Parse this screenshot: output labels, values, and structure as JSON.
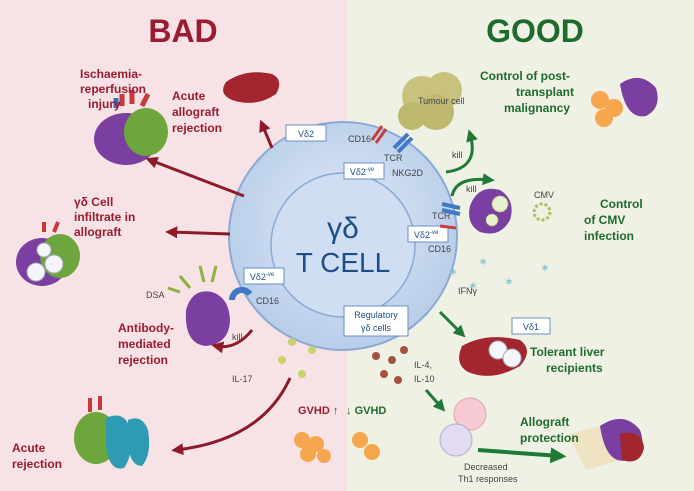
{
  "headers": {
    "bad": "BAD",
    "good": "GOOD"
  },
  "center": {
    "line1": "γδ",
    "line2": "T CELL"
  },
  "receptors": {
    "vd2": "Vδ2",
    "vd2neg_top": "Vδ2",
    "vd2neg_right": "Vδ2",
    "vd2neg_left": "Vδ2",
    "neg_sup": "-ve",
    "vd1": "Vδ1",
    "regulatory_1": "Regulatory",
    "regulatory_2": "γδ cells",
    "cd16_top": "CD16",
    "tcr_top": "TCR",
    "nkg2d": "NKG2D",
    "tcr_right": "TCR",
    "cd16_right": "CD16",
    "cd16_left": "CD16",
    "dsa": "DSA"
  },
  "bad": {
    "ischaemia": [
      "Ischaemia-",
      "reperfusion",
      "injury"
    ],
    "acute_allograft": [
      "Acute",
      "allograft",
      "rejection"
    ],
    "infiltrate": [
      "γδ Cell",
      "infiltrate in",
      "allograft"
    ],
    "antibody": [
      "Antibody-",
      "mediated",
      "rejection"
    ],
    "acute_rejection": [
      "Acute",
      "rejection"
    ]
  },
  "good": {
    "malignancy": [
      "Control of post-",
      "transplant",
      "malignancy"
    ],
    "cmv": [
      "Control",
      "of CMV",
      "infection"
    ],
    "tolerant": [
      "Tolerant liver",
      "recipients"
    ],
    "allograft_protection": [
      "Allograft",
      "protection"
    ]
  },
  "labels": {
    "tumour_cell": "Tumour cell",
    "kill_1": "kill",
    "kill_2": "kill",
    "kill_3": "kill",
    "cmv": "CMV",
    "ifng": "IFNγ",
    "il17": "IL-17",
    "il4": "IL-4,",
    "il10": "IL-10",
    "gvhd_up": "GVHD",
    "gvhd_down": "GVHD",
    "decreased_1": "Decreased",
    "decreased_2": "Th1 responses"
  },
  "colors": {
    "bad_bg": "#f7e3e6",
    "good_bg": "#eef1e3",
    "bad_text": "#9b1b30",
    "good_text": "#1f6b2e",
    "cell_fill": "#c9daf0",
    "cell_edge": "#8aa9d6",
    "bad_arrow": "#8c1a28",
    "good_arrow": "#1e7a36"
  }
}
